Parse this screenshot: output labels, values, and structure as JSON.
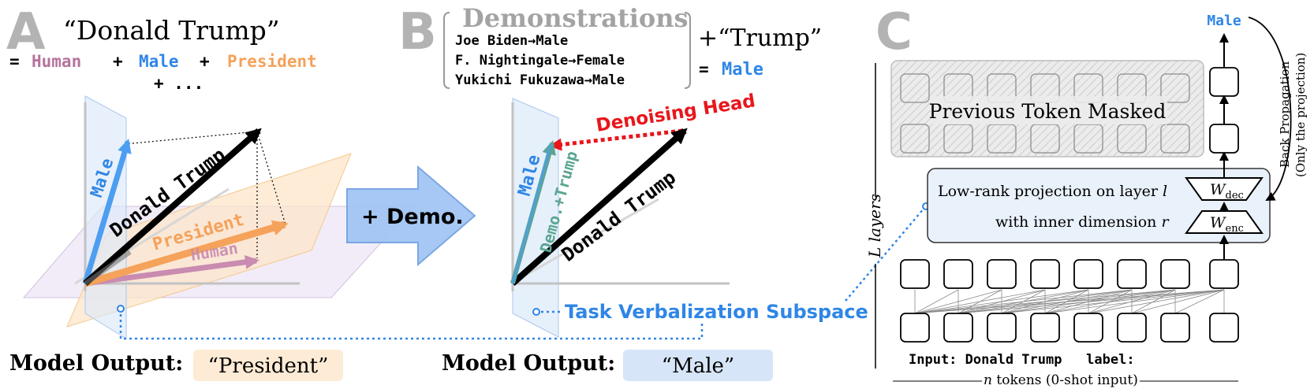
{
  "panel_a": {
    "letter": "A",
    "title": "“Donald Trump”",
    "equation": {
      "eq": "=",
      "human": "Human",
      "plus1": "+",
      "male": "Male",
      "plus2": "+",
      "president": "President",
      "more": "+ ..."
    },
    "vectors": {
      "male": "Male",
      "donald_trump": "Donald Trump",
      "president": "President",
      "human": "Human"
    },
    "model_output_label": "Model Output:",
    "model_output_value": "“President”"
  },
  "demo_arrow_label": "+ Demo.",
  "panel_b": {
    "letter": "B",
    "demonstrations_title": "Demonstrations",
    "demonstrations": [
      "Joe Biden→Male",
      "F. Nightingale→Female",
      "Yukichi Fukuzawa→Male"
    ],
    "query": "+“Trump”",
    "answer_eq": "=",
    "answer": "Male",
    "vectors": {
      "male": "Male",
      "demo_trump": "Demo.+Trump",
      "donald_trump": "Donald Trump",
      "denoising_head": "Denoising Head"
    },
    "subspace_label": "Task Verbalization Subspace",
    "model_output_label": "Model Output:",
    "model_output_value": "“Male”"
  },
  "panel_c": {
    "letter": "C",
    "output_token": "Male",
    "masked_label": "Previous Token Masked",
    "projection_line1": "Low-rank projection on layer ",
    "projection_l": "l",
    "projection_line2": "with inner dimension ",
    "projection_r": "r",
    "w_dec": "W",
    "w_dec_sub": "dec",
    "w_enc": "W",
    "w_enc_sub": "enc",
    "layers_label": "L layers",
    "backprop_line1": "Back Propagation",
    "backprop_line2": "(Only the projection)",
    "input_tokens": "Input: Donald Trump   label:",
    "n_tokens": "n",
    "n_tokens_rest": " tokens (0-shot input)"
  },
  "colors": {
    "gray_letter": "#b3b3b3",
    "human": "#b5739d",
    "male": "#2f86e6",
    "president": "#f2a65e",
    "teal": "#5aa592",
    "red": "#e8161b",
    "output_peach": "#fdebd5",
    "output_blue": "#d6e5f7",
    "projection_fill": "#e9f1fb"
  }
}
